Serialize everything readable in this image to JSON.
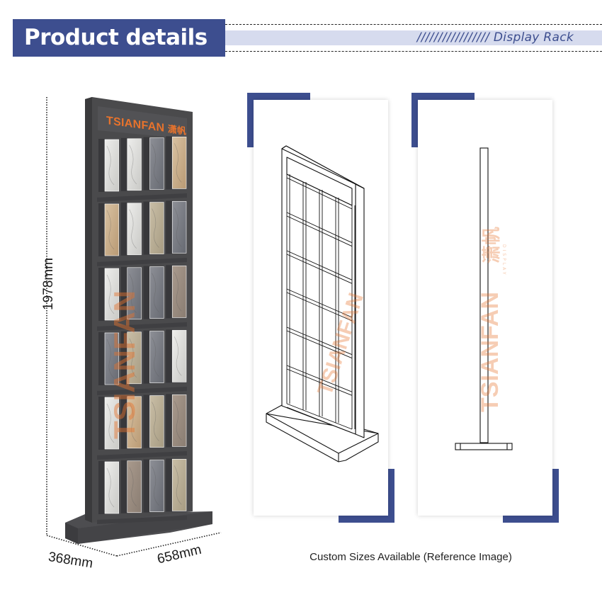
{
  "header": {
    "title": "Product details",
    "subtitle_slashes": "/////////////////",
    "subtitle": "Display Rack"
  },
  "brand": {
    "name": "TSIANFAN",
    "cn_name": "潇帆",
    "tagline": "DISPLAY"
  },
  "dimensions": {
    "height": "1978mm",
    "depth": "368mm",
    "width": "658mm"
  },
  "caption": "Custom Sizes Available (Reference Image)",
  "colors": {
    "accent": "#3d4e8f",
    "band": "#d6dbee",
    "brand_orange": "#e8732c",
    "rack_frame": "#4a4a4c"
  },
  "rack": {
    "rows": 6,
    "columns": 4
  }
}
